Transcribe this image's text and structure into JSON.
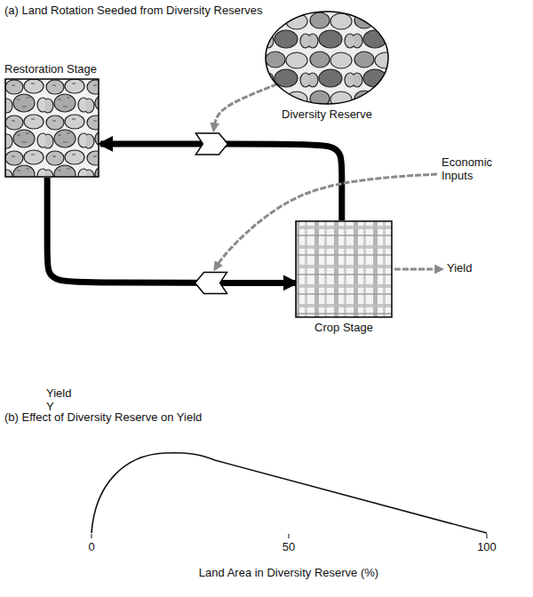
{
  "diagram": {
    "nodes": [
      {
        "text": [
          "Restoration Stage"
        ]
      },
      {
        "text": [
          "Diversity Reserve"
        ]
      },
      {
        "text": [
          "Crop Stage"
        ]
      }
    ],
    "edges": [
      {
        "from": 0,
        "to": 2,
        "arrow": "to"
      },
      {
        "from": 2,
        "to": 0,
        "arrow": "to"
      }
    ],
    "labels": [
      "(a) Land Rotation Seeded from Diversity Reserves",
      "Economic Inputs",
      "Yield",
      "(b) Effect of Diversity Reserve on Yield",
      "Yield Y",
      "0",
      "50",
      "100",
      "Land Area in Diversity Reserve (%)"
    ]
  }
}
